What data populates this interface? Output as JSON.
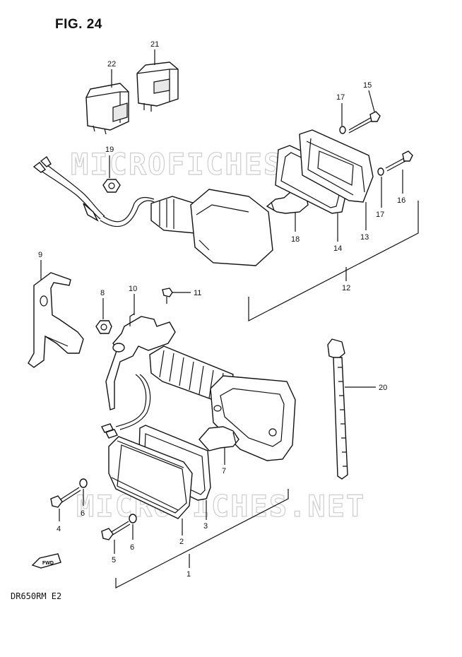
{
  "figure_title": "FIG. 24",
  "model_code": "DR650RM E2",
  "watermark": "MICROFICHES.NET",
  "fwd_mark": "FWD",
  "callouts": {
    "c1": "1",
    "c2": "2",
    "c3": "3",
    "c4": "4",
    "c5": "5",
    "c6a": "6",
    "c6b": "6",
    "c7": "7",
    "c8": "8",
    "c9": "9",
    "c10": "10",
    "c11": "11",
    "c12": "12",
    "c13": "13",
    "c14": "14",
    "c15": "15",
    "c16": "16",
    "c17a": "17",
    "c17b": "17",
    "c18": "18",
    "c19": "19",
    "c20": "20",
    "c21": "21",
    "c22": "22"
  }
}
